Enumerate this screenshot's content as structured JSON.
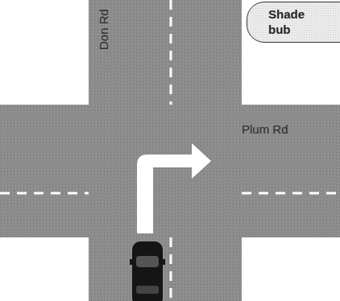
{
  "diagram": {
    "nodes": [
      {
        "text": [
          "Shade bub"
        ]
      }
    ],
    "labels": [
      "Don Rd",
      "Plum Rd"
    ]
  }
}
